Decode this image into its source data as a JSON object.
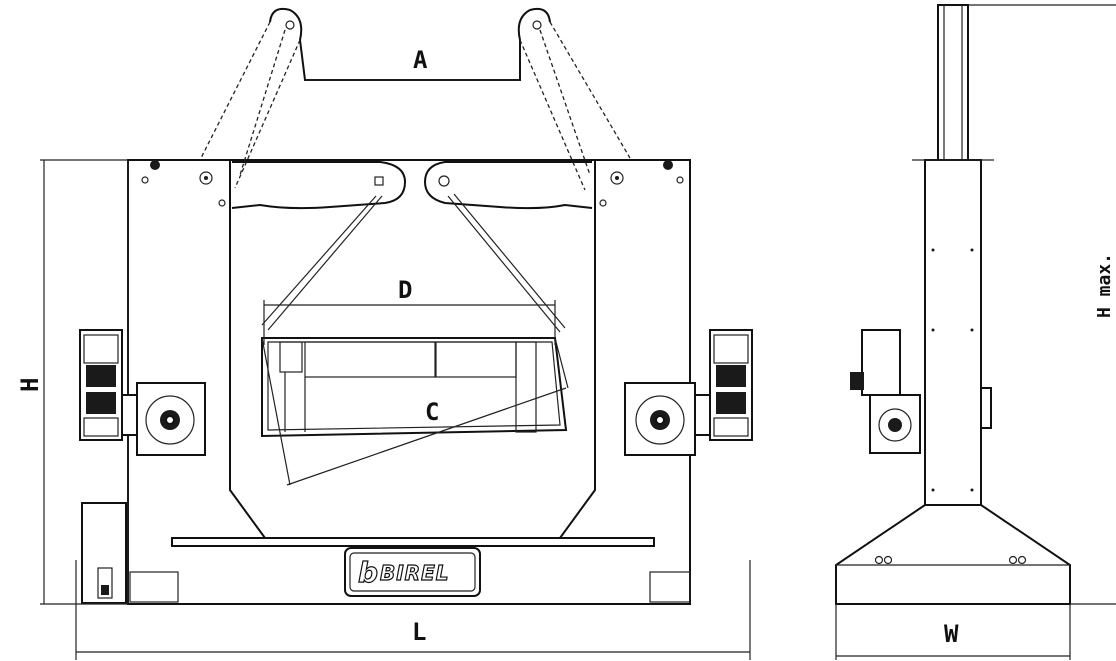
{
  "labels": {
    "A": "A",
    "D": "D",
    "C": "C",
    "H": "H",
    "L": "L",
    "W": "W",
    "H_max": "H max."
  },
  "logo": {
    "letter": "b",
    "text": "BIREL"
  },
  "colors": {
    "line": "#111111",
    "background": "#ffffff"
  }
}
